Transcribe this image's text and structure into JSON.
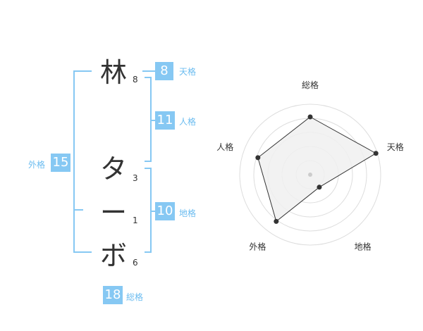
{
  "name": {
    "chars": [
      {
        "char": "林",
        "strokes": "8"
      },
      {
        "char": "タ",
        "strokes": "3"
      },
      {
        "char": "ー",
        "strokes": "1"
      },
      {
        "char": "ボ",
        "strokes": "6"
      }
    ]
  },
  "fortune": {
    "tenkaku": {
      "value": "8",
      "label": "天格"
    },
    "jinkaku": {
      "value": "11",
      "label": "人格"
    },
    "chikaku": {
      "value": "10",
      "label": "地格"
    },
    "gaikaku": {
      "value": "15",
      "label": "外格"
    },
    "soukaku": {
      "value": "18",
      "label": "総格"
    }
  },
  "radar": {
    "axes": [
      "総格",
      "天格",
      "地格",
      "外格",
      "人格"
    ],
    "values": [
      0.82,
      0.98,
      0.22,
      0.82,
      0.78
    ],
    "fill_color": "#f0f0f0",
    "ring_color": "#dddddd",
    "line_color": "#333333"
  }
}
